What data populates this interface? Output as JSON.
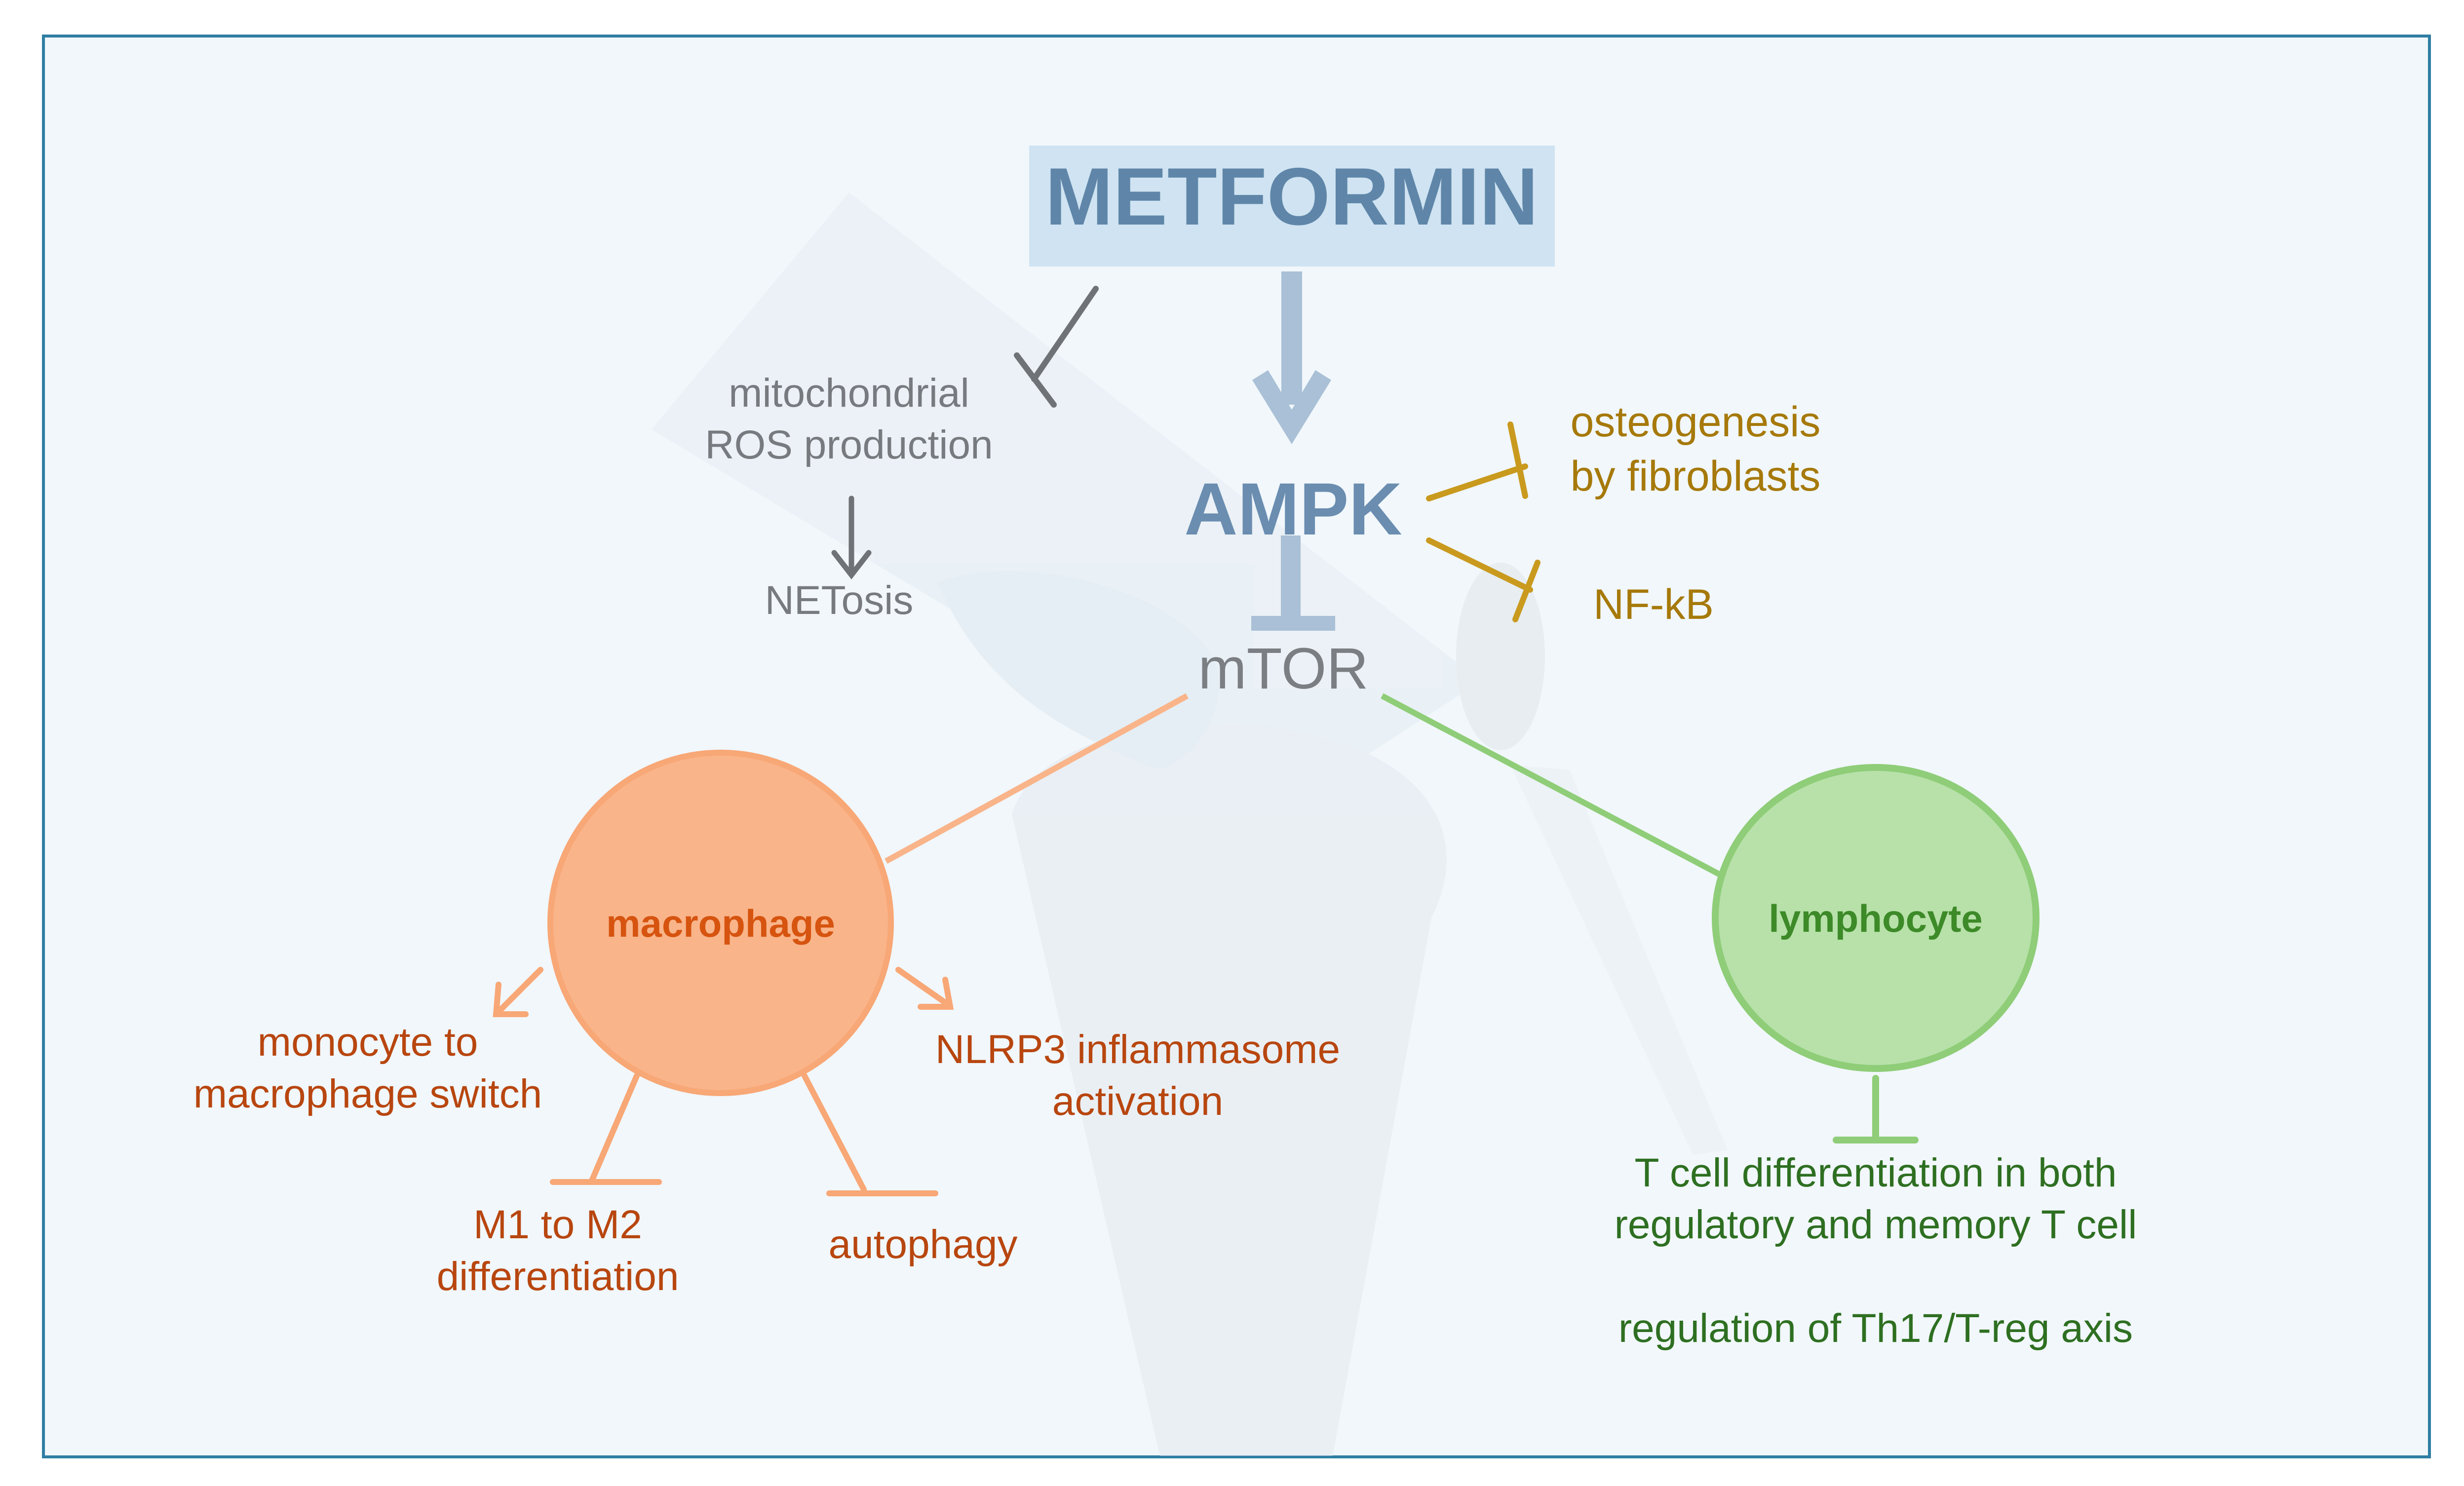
{
  "drug": {
    "label": "METFORMIN"
  },
  "nodes": {
    "ampk": "AMPK",
    "mtor": "mTOR",
    "mito_ros": [
      "mitochondrial",
      "ROS production"
    ],
    "netosis": "NETosis",
    "osteogenesis": [
      "osteogenesis",
      "by fibroblasts"
    ],
    "nfkb": "NF-kB"
  },
  "macrophage": {
    "label": "macrophage",
    "monocyte_switch": [
      "monocyte to",
      "macrophage switch"
    ],
    "nlrp3": [
      "NLRP3 inflammasome",
      "activation"
    ],
    "m1_m2": [
      "M1 to M2",
      "differentiation"
    ],
    "autophagy": "autophagy"
  },
  "lymphocyte": {
    "label": "lymphocyte",
    "t_cell": [
      "T cell differentiation in both",
      "regulatory and memory T cell"
    ],
    "th17": "regulation of Th17/T-reg axis"
  },
  "colors": {
    "frame": "#2f7ea3",
    "background": "#f1f7fb",
    "metformin_box": "#cfe3f2",
    "metformin_text": "#5f86a8",
    "ampk_arrow": "#a9c0d6",
    "gray_text": "#777b80",
    "gold": "#c99a1e",
    "macrophage_fill": "#f9b48a",
    "macrophage_text": "#d6540f",
    "rust_text": "#b8460f",
    "lymphocyte_fill": "#b7e1a9",
    "lymphocyte_stroke": "#8fcd78",
    "lymphocyte_text": "#3d8a28",
    "green_text": "#2e6f21"
  }
}
